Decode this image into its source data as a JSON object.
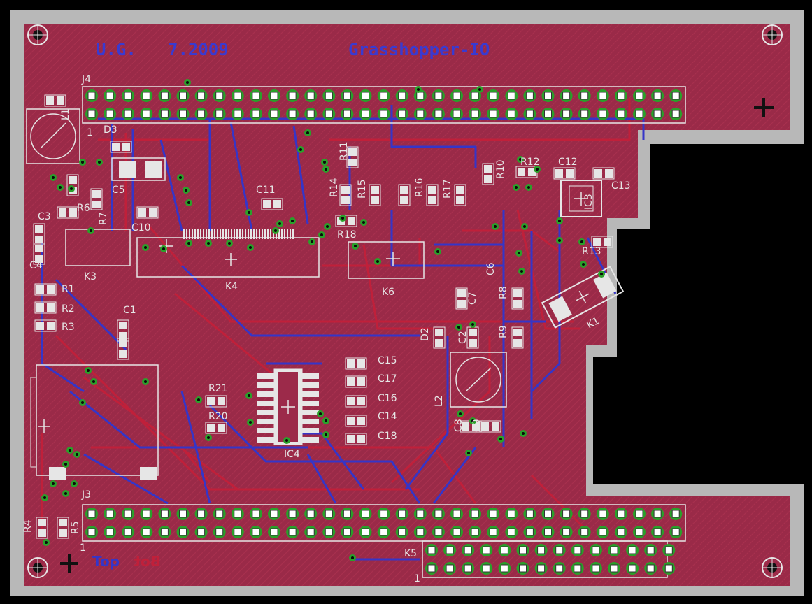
{
  "header": {
    "author": "U.G.",
    "date": "7.2009",
    "board_name": "Grasshopper-IO"
  },
  "layer_marks": {
    "top": "Top",
    "bottom": "Bot"
  },
  "components": [
    {
      "ref": "J4"
    },
    {
      "ref": "J3"
    },
    {
      "ref": "K1"
    },
    {
      "ref": "K3"
    },
    {
      "ref": "K4"
    },
    {
      "ref": "K5"
    },
    {
      "ref": "K6"
    },
    {
      "ref": "IC3"
    },
    {
      "ref": "IC4"
    },
    {
      "ref": "L1"
    },
    {
      "ref": "L2"
    },
    {
      "ref": "D2"
    },
    {
      "ref": "D3"
    },
    {
      "ref": "C1"
    },
    {
      "ref": "C2"
    },
    {
      "ref": "C3"
    },
    {
      "ref": "C4"
    },
    {
      "ref": "C5"
    },
    {
      "ref": "C6"
    },
    {
      "ref": "C7"
    },
    {
      "ref": "C8"
    },
    {
      "ref": "C9"
    },
    {
      "ref": "C10"
    },
    {
      "ref": "C11"
    },
    {
      "ref": "C12"
    },
    {
      "ref": "C13"
    },
    {
      "ref": "C14"
    },
    {
      "ref": "C15"
    },
    {
      "ref": "C16"
    },
    {
      "ref": "C17"
    },
    {
      "ref": "C18"
    },
    {
      "ref": "R1"
    },
    {
      "ref": "R2"
    },
    {
      "ref": "R3"
    },
    {
      "ref": "R4"
    },
    {
      "ref": "R5"
    },
    {
      "ref": "R6"
    },
    {
      "ref": "R7"
    },
    {
      "ref": "R8"
    },
    {
      "ref": "R9"
    },
    {
      "ref": "R10"
    },
    {
      "ref": "R11"
    },
    {
      "ref": "R12"
    },
    {
      "ref": "R13"
    },
    {
      "ref": "R14"
    },
    {
      "ref": "R15"
    },
    {
      "ref": "R16"
    },
    {
      "ref": "R17"
    },
    {
      "ref": "R18"
    },
    {
      "ref": "R20"
    },
    {
      "ref": "R21"
    },
    {
      "ref": "1"
    }
  ],
  "colors": {
    "board_outline": "#b8b8b8",
    "copper_fill": "#9c2a4a",
    "top_trace": "#c0203a",
    "bottom_trace": "#3535c8",
    "pad": "#e6e6e6",
    "via": "#2aa02a",
    "silkscreen": "#e6e6e6",
    "title": "#3a3ad0"
  }
}
